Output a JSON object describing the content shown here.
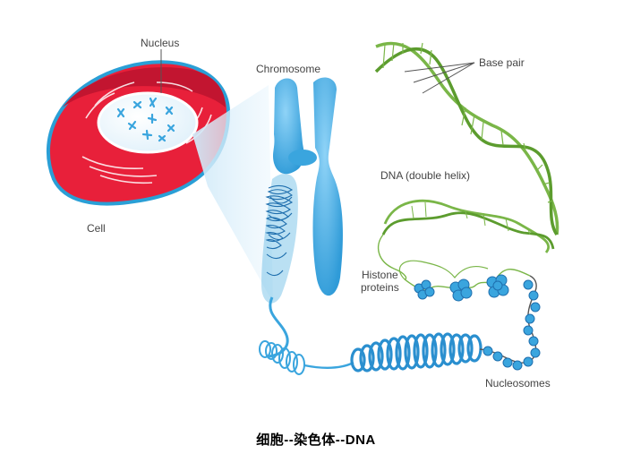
{
  "labels": {
    "nucleus": "Nucleus",
    "cell": "Cell",
    "chromosome": "Chromosome",
    "base_pair": "Base pair",
    "dna": "DNA (double helix)",
    "histone": "Histone",
    "proteins": "proteins",
    "nucleosomes": "Nucleosomes"
  },
  "caption": "细胞--染色体--DNA",
  "colors": {
    "cell_red": "#e8203a",
    "cell_outline": "#2a9fd6",
    "chromosome_blue": "#3aa5de",
    "dna_green": "#7ab648"
  }
}
